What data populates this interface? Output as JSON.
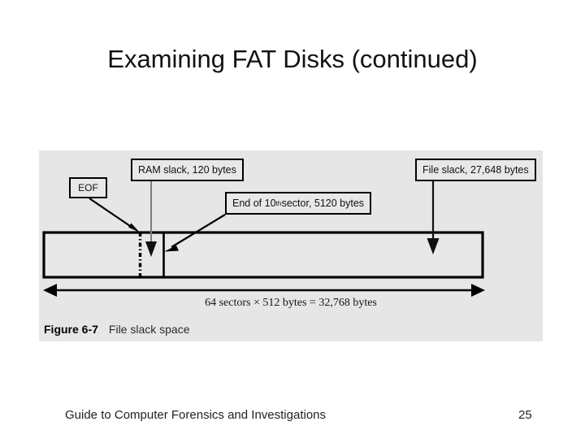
{
  "slide": {
    "title": "Examining FAT Disks (continued)"
  },
  "figure": {
    "caption_number": "Figure 6-7",
    "caption_text": "File slack space",
    "dimension_label": "64 sectors × 512 bytes = 32,768 bytes",
    "panel_background": "#e6e6e6",
    "callouts": {
      "eof": "EOF",
      "ram_slack": "RAM slack, 120 bytes",
      "end_of_sector_prefix": "End of 10",
      "end_of_sector_sup": "th",
      "end_of_sector_suffix": " sector, 5120 bytes",
      "file_slack": "File slack, 27,648 bytes"
    }
  },
  "footer": {
    "text": "Guide to Computer Forensics and Investigations",
    "page_number": "25"
  },
  "colors": {
    "panel_gray": "#e6e6e6",
    "ink_black": "#000000",
    "leader_gray": "#7d7d7d",
    "slide_background": "#ffffff"
  }
}
